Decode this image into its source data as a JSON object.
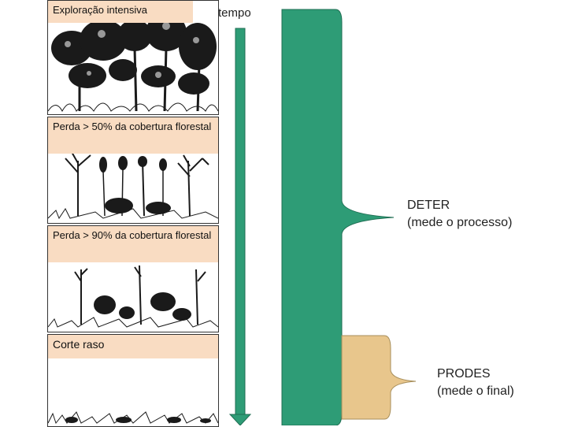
{
  "panels": [
    {
      "label": "Exploração intensiva",
      "stage": "dense forest"
    },
    {
      "label": "Perda > 50% da cobertura florestal",
      "stage": "partial loss"
    },
    {
      "label": "Perda > 90% da cobertura florestal",
      "stage": "severe loss"
    },
    {
      "label": "Corte raso",
      "stage": "clear cut"
    }
  ],
  "time_axis": {
    "label": "tempo"
  },
  "deter": {
    "name": "DETER",
    "desc": "(mede o processo)"
  },
  "prodes": {
    "name": "PRODES",
    "desc": "(mede o final)"
  },
  "colors": {
    "label_bg": "#f9dcc2",
    "time_arrow": "#2e9c76",
    "deter_bar": "#2e9c76",
    "prodes_bar": "#e8c68c",
    "vegetation": "#111111"
  }
}
